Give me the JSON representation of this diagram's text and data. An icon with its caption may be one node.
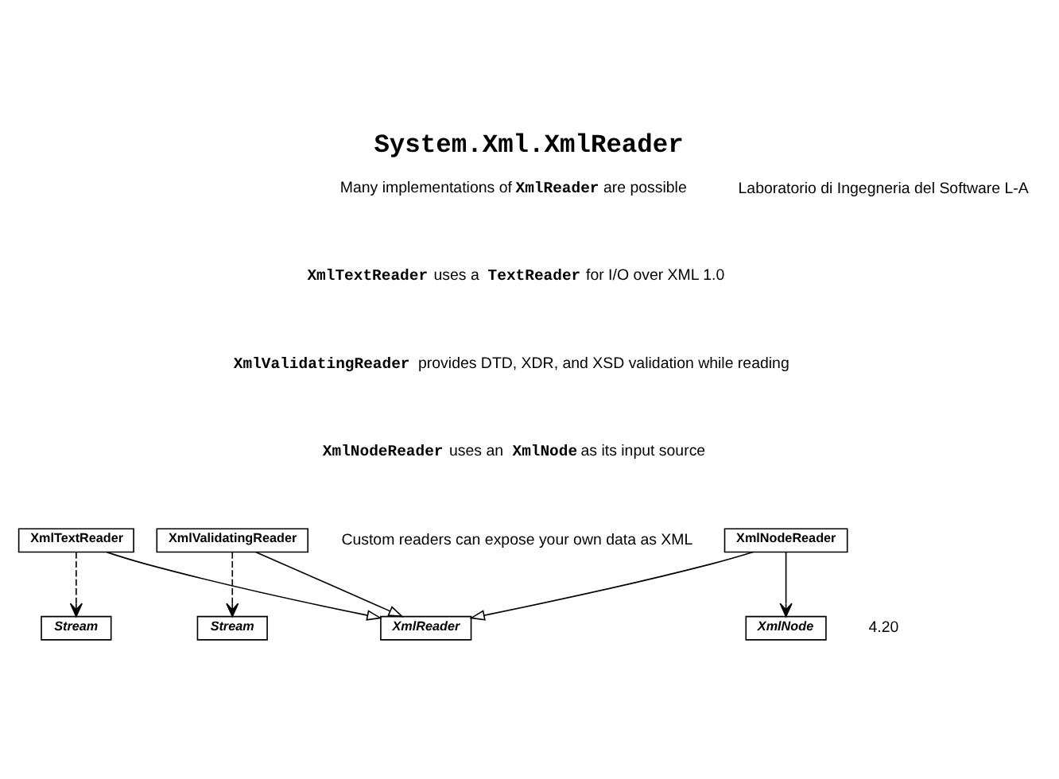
{
  "diagram": {
    "title": "System.Xml.XmlReader",
    "nodes": [
      {
        "text": [
          "XmlReader"
        ]
      },
      {
        "text": [
          "XmlTextReader"
        ]
      },
      {
        "text": [
          "XmlValidatingReader"
        ]
      },
      {
        "text": [
          "XmlNodeReader"
        ]
      },
      {
        "text": [
          "Stream"
        ]
      },
      {
        "text": [
          "Stream"
        ]
      },
      {
        "text": [
          "XmlNode"
        ]
      }
    ],
    "edges": [
      {
        "from": 1,
        "to": 0,
        "arrow": "to"
      },
      {
        "from": 2,
        "to": 0,
        "arrow": "to"
      },
      {
        "from": 3,
        "to": 0,
        "arrow": "to"
      },
      {
        "from": 1,
        "to": 4,
        "arrow": "to",
        "style": "dashed"
      },
      {
        "from": 2,
        "to": 5,
        "arrow": "to",
        "style": "dashed"
      },
      {
        "from": 3,
        "to": 6,
        "arrow": "to"
      }
    ],
    "labels": [
      "Laboratorio di Ingegneria del Software L-A",
      "Many implementations of **XmlReader** are possible",
      "**XmlTextReader** uses a **TextReader** for I/O over XML 1.0",
      "**XmlValidatingReader** provides DTD, XDR, and XSD validation while reading",
      "**XmlNodeReader** uses an **XmlNode** as its input source",
      "Custom readers can expose your own data as XML",
      "4.20"
    ]
  }
}
